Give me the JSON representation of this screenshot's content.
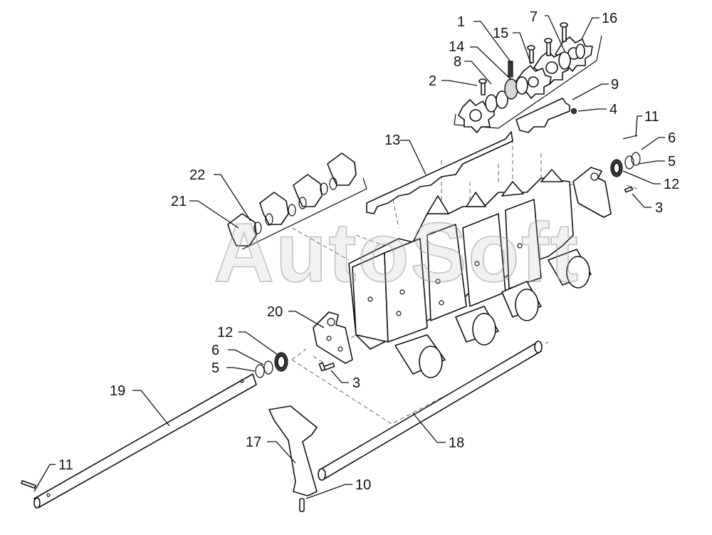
{
  "watermark": "AutoSoft",
  "callouts": [
    {
      "id": "c1",
      "label": "1"
    },
    {
      "id": "c14",
      "label": "14"
    },
    {
      "id": "c15",
      "label": "15"
    },
    {
      "id": "c7",
      "label": "7"
    },
    {
      "id": "c16",
      "label": "16"
    },
    {
      "id": "c8",
      "label": "8"
    },
    {
      "id": "c2",
      "label": "2"
    },
    {
      "id": "c9",
      "label": "9"
    },
    {
      "id": "c4",
      "label": "4"
    },
    {
      "id": "c11a",
      "label": "11"
    },
    {
      "id": "c6a",
      "label": "6"
    },
    {
      "id": "c5a",
      "label": "5"
    },
    {
      "id": "c12a",
      "label": "12"
    },
    {
      "id": "c3a",
      "label": "3"
    },
    {
      "id": "c13",
      "label": "13"
    },
    {
      "id": "c22",
      "label": "22"
    },
    {
      "id": "c21",
      "label": "21"
    },
    {
      "id": "c20",
      "label": "20"
    },
    {
      "id": "c12b",
      "label": "12"
    },
    {
      "id": "c6b",
      "label": "6"
    },
    {
      "id": "c5b",
      "label": "5"
    },
    {
      "id": "c3b",
      "label": "3"
    },
    {
      "id": "c19",
      "label": "19"
    },
    {
      "id": "c17",
      "label": "17"
    },
    {
      "id": "c18",
      "label": "18"
    },
    {
      "id": "c11b",
      "label": "11"
    },
    {
      "id": "c10",
      "label": "10"
    }
  ]
}
